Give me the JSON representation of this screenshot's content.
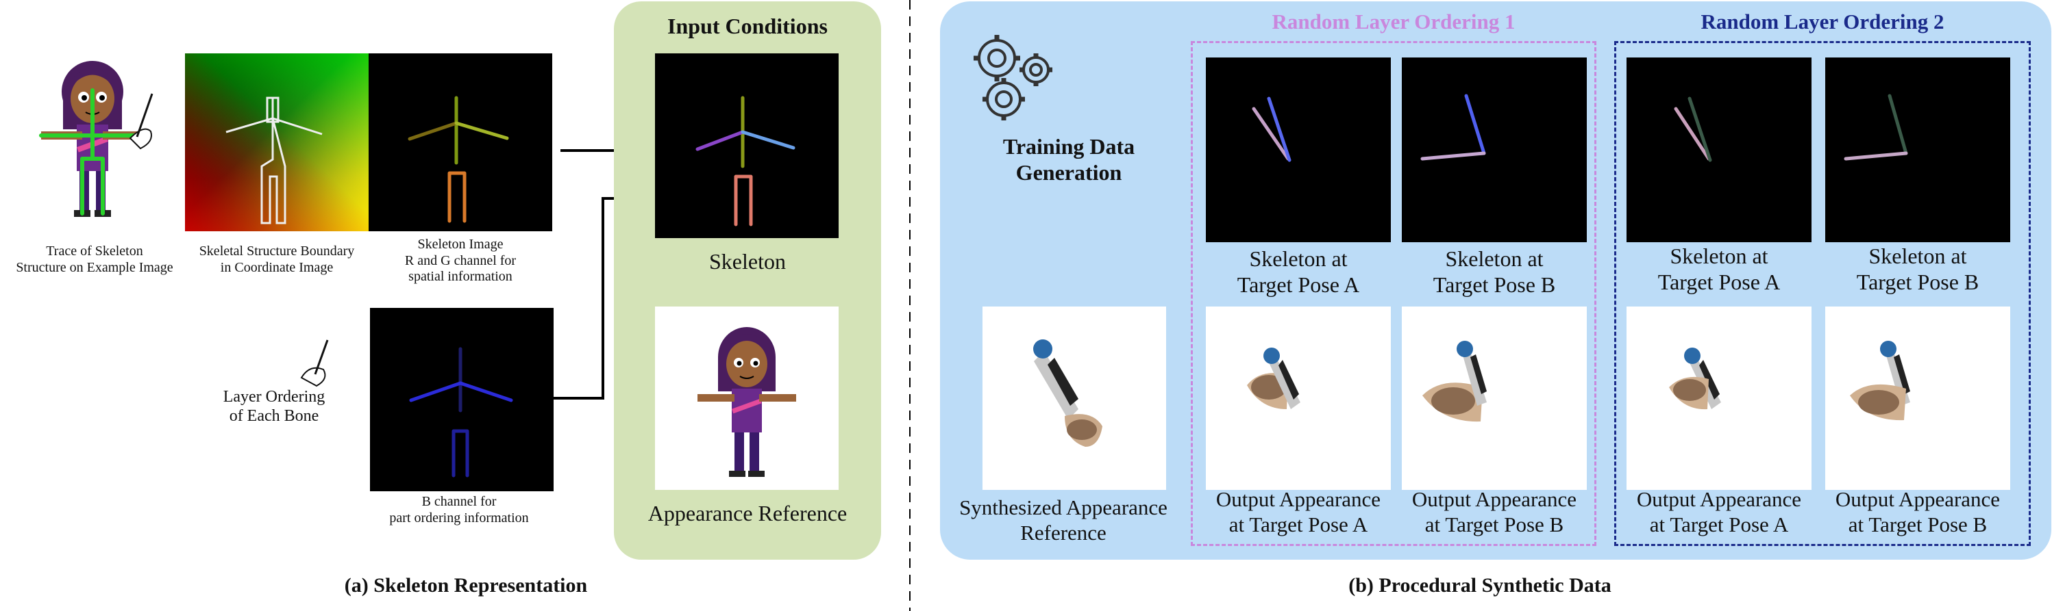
{
  "left": {
    "trace_caption": [
      "Trace of Skeleton",
      "Structure on Example Image"
    ],
    "boundary_caption": [
      "Skeletal Structure Boundary",
      "in  Coordinate Image"
    ],
    "skeleton_image_caption": [
      "Skeleton Image",
      "R and G channel for",
      "spatial information"
    ],
    "layer_ordering_label": [
      "Layer Ordering",
      "of Each Bone"
    ],
    "b_channel_caption": [
      "B channel for",
      "part ordering information"
    ],
    "section_title": "(a) Skeleton Representation"
  },
  "input_conditions": {
    "title": "Input Conditions",
    "skeleton_label": "Skeleton",
    "appearance_label": "Appearance Reference"
  },
  "right": {
    "training_label": [
      "Training Data",
      "Generation"
    ],
    "synth_caption": [
      "Synthesized Appearance",
      "Reference"
    ],
    "group1_title": "Random Layer Ordering 1",
    "group2_title": "Random Layer Ordering 2",
    "pose_a": [
      "Skeleton at",
      "Target Pose A"
    ],
    "pose_b": [
      "Skeleton at",
      "Target Pose B"
    ],
    "out_a": [
      "Output Appearance",
      "at Target Pose A"
    ],
    "out_b": [
      "Output Appearance",
      "at Target Pose B"
    ],
    "section_title": "(b) Procedural Synthetic Data"
  },
  "colors": {
    "conditions_panel": "#d4e3b7",
    "right_panel": "#bcdcf7",
    "group1_border": "#c987dd",
    "group2_border": "#1a2a8a"
  }
}
